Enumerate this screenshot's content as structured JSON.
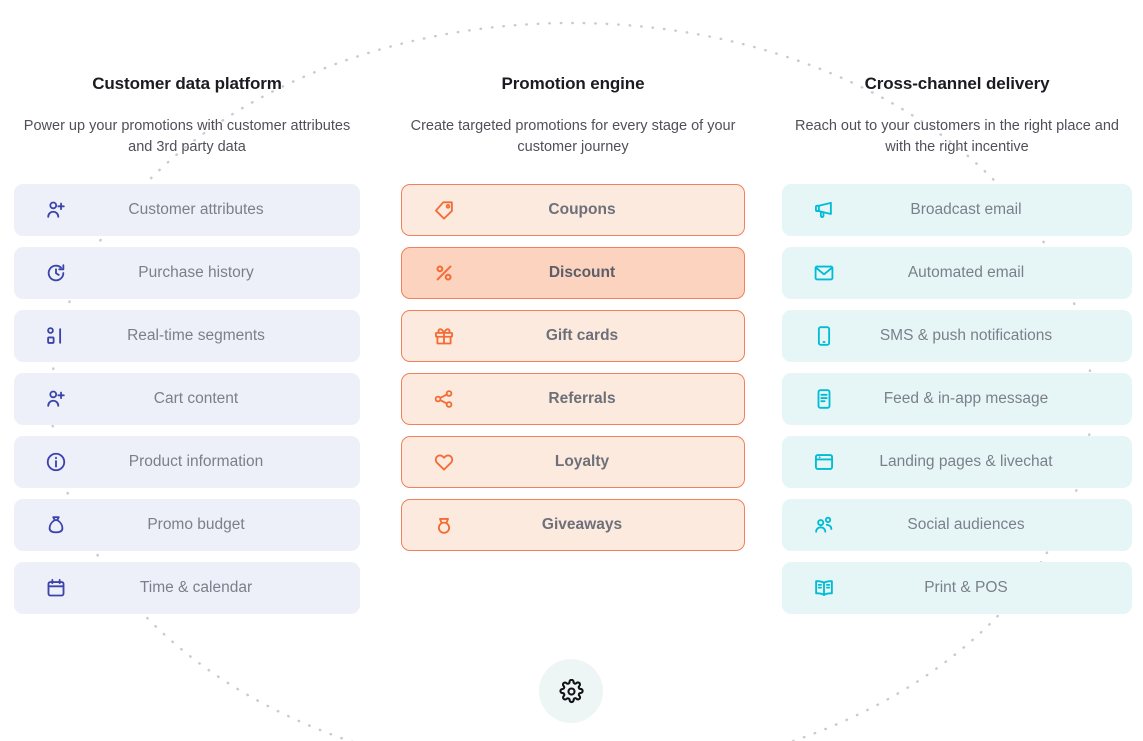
{
  "columns": [
    {
      "key": "customer-data-platform",
      "title": "Customer data platform",
      "subtitle": "Power up your promotions with customer attributes and 3rd party data",
      "accent": "#3b44ab",
      "card_bg": "#edf0f9",
      "items": [
        {
          "label": "Customer attributes",
          "icon": "user-plus-icon"
        },
        {
          "label": "Purchase history",
          "icon": "history-refresh-icon"
        },
        {
          "label": "Real-time segments",
          "icon": "segments-icon"
        },
        {
          "label": "Cart content",
          "icon": "user-plus-icon"
        },
        {
          "label": "Product information",
          "icon": "info-circle-icon"
        },
        {
          "label": "Promo budget",
          "icon": "money-bag-icon"
        },
        {
          "label": "Time & calendar",
          "icon": "calendar-icon"
        }
      ]
    },
    {
      "key": "promotion-engine",
      "title": "Promotion engine",
      "subtitle": "Create targeted promotions for every stage of your customer journey",
      "accent": "#f26c36",
      "card_bg": "#fdeade",
      "active_bg": "#fbd3be",
      "items": [
        {
          "label": "Coupons",
          "icon": "tag-icon",
          "active": false
        },
        {
          "label": "Discount",
          "icon": "percent-icon",
          "active": true
        },
        {
          "label": "Gift cards",
          "icon": "gift-icon",
          "active": false
        },
        {
          "label": "Referrals",
          "icon": "share-icon",
          "active": false
        },
        {
          "label": "Loyalty",
          "icon": "heart-icon",
          "active": false
        },
        {
          "label": "Giveaways",
          "icon": "ring-icon",
          "active": false
        }
      ]
    },
    {
      "key": "cross-channel-delivery",
      "title": "Cross-channel delivery",
      "subtitle": "Reach out to your customers in the right place and with the right incentive",
      "accent": "#00bcd4",
      "card_bg": "#e6f6f7",
      "items": [
        {
          "label": "Broadcast email",
          "icon": "megaphone-icon"
        },
        {
          "label": "Automated email",
          "icon": "envelope-icon"
        },
        {
          "label": "SMS & push notifications",
          "icon": "mobile-icon"
        },
        {
          "label": "Feed & in-app message",
          "icon": "feed-icon"
        },
        {
          "label": "Landing pages & livechat",
          "icon": "browser-window-icon"
        },
        {
          "label": "Social audiences",
          "icon": "people-icon"
        },
        {
          "label": "Print & POS",
          "icon": "open-book-icon"
        }
      ]
    }
  ],
  "hub": {
    "icon": "gear-icon",
    "bg": "#eef6f5"
  },
  "orbit": {
    "color": "#c9c9cf",
    "style": "dotted-ellipse"
  }
}
